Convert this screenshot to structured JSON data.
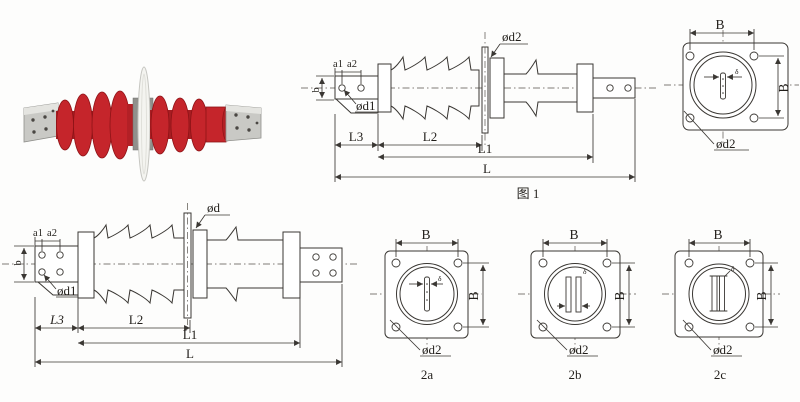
{
  "canvas": {
    "background": "#fdfdfc",
    "line_color": "#3a3733"
  },
  "photo": {
    "description": "red composite through-wall bushing with metal terminal lugs and white central mounting disc",
    "shed_color": "#c5252b",
    "metal_color": "#c9c9c5",
    "disc_color": "#f4f4f0"
  },
  "figure1": {
    "caption": "图 1",
    "labels": {
      "a1": "a1",
      "a2": "a2",
      "b": "b",
      "d1": "ød1",
      "d2": "ød2",
      "l3": "L3",
      "l2": "L2",
      "l1": "L1",
      "l": "L"
    }
  },
  "flange_top": {
    "b_top": "B",
    "b_side": "B",
    "d2": "ød2",
    "delta": "δ"
  },
  "figure2": {
    "labels": {
      "a1": "a1",
      "a2": "a2",
      "b": "b",
      "d1": "ød1",
      "d": "ød",
      "l3": "L3",
      "l2": "L2",
      "l1": "L1",
      "l": "L"
    }
  },
  "flange_2a": {
    "caption": "2a",
    "b_top": "B",
    "b_side": "B",
    "d2": "ød2",
    "delta": "δ"
  },
  "flange_2b": {
    "caption": "2b",
    "b_top": "B",
    "b_side": "B",
    "d2": "ød2",
    "delta": "δ"
  },
  "flange_2c": {
    "caption": "2c",
    "b_top": "B",
    "b_side": "B",
    "d2": "ød2",
    "delta": "δ"
  }
}
